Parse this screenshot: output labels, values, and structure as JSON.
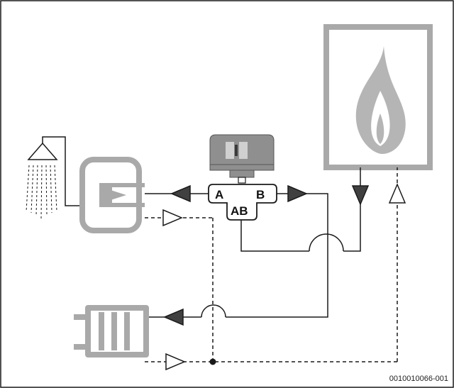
{
  "diagram": {
    "valve_ports": {
      "port_a": "A",
      "port_b": "B",
      "port_ab": "AB"
    },
    "figure_code": "0010010066-001",
    "colors": {
      "equipment_gray": "#a9a9a9",
      "actuator_gray": "#8f8f8f",
      "line": "#1a1a1a",
      "arrow_fill": "#404040"
    },
    "icons": [
      "shower-icon",
      "hot-water-cylinder-icon",
      "three-way-valve-icon",
      "valve-actuator-icon",
      "boiler-icon",
      "flame-icon",
      "radiator-icon",
      "flow-arrow-icon",
      "return-arrow-icon"
    ]
  }
}
